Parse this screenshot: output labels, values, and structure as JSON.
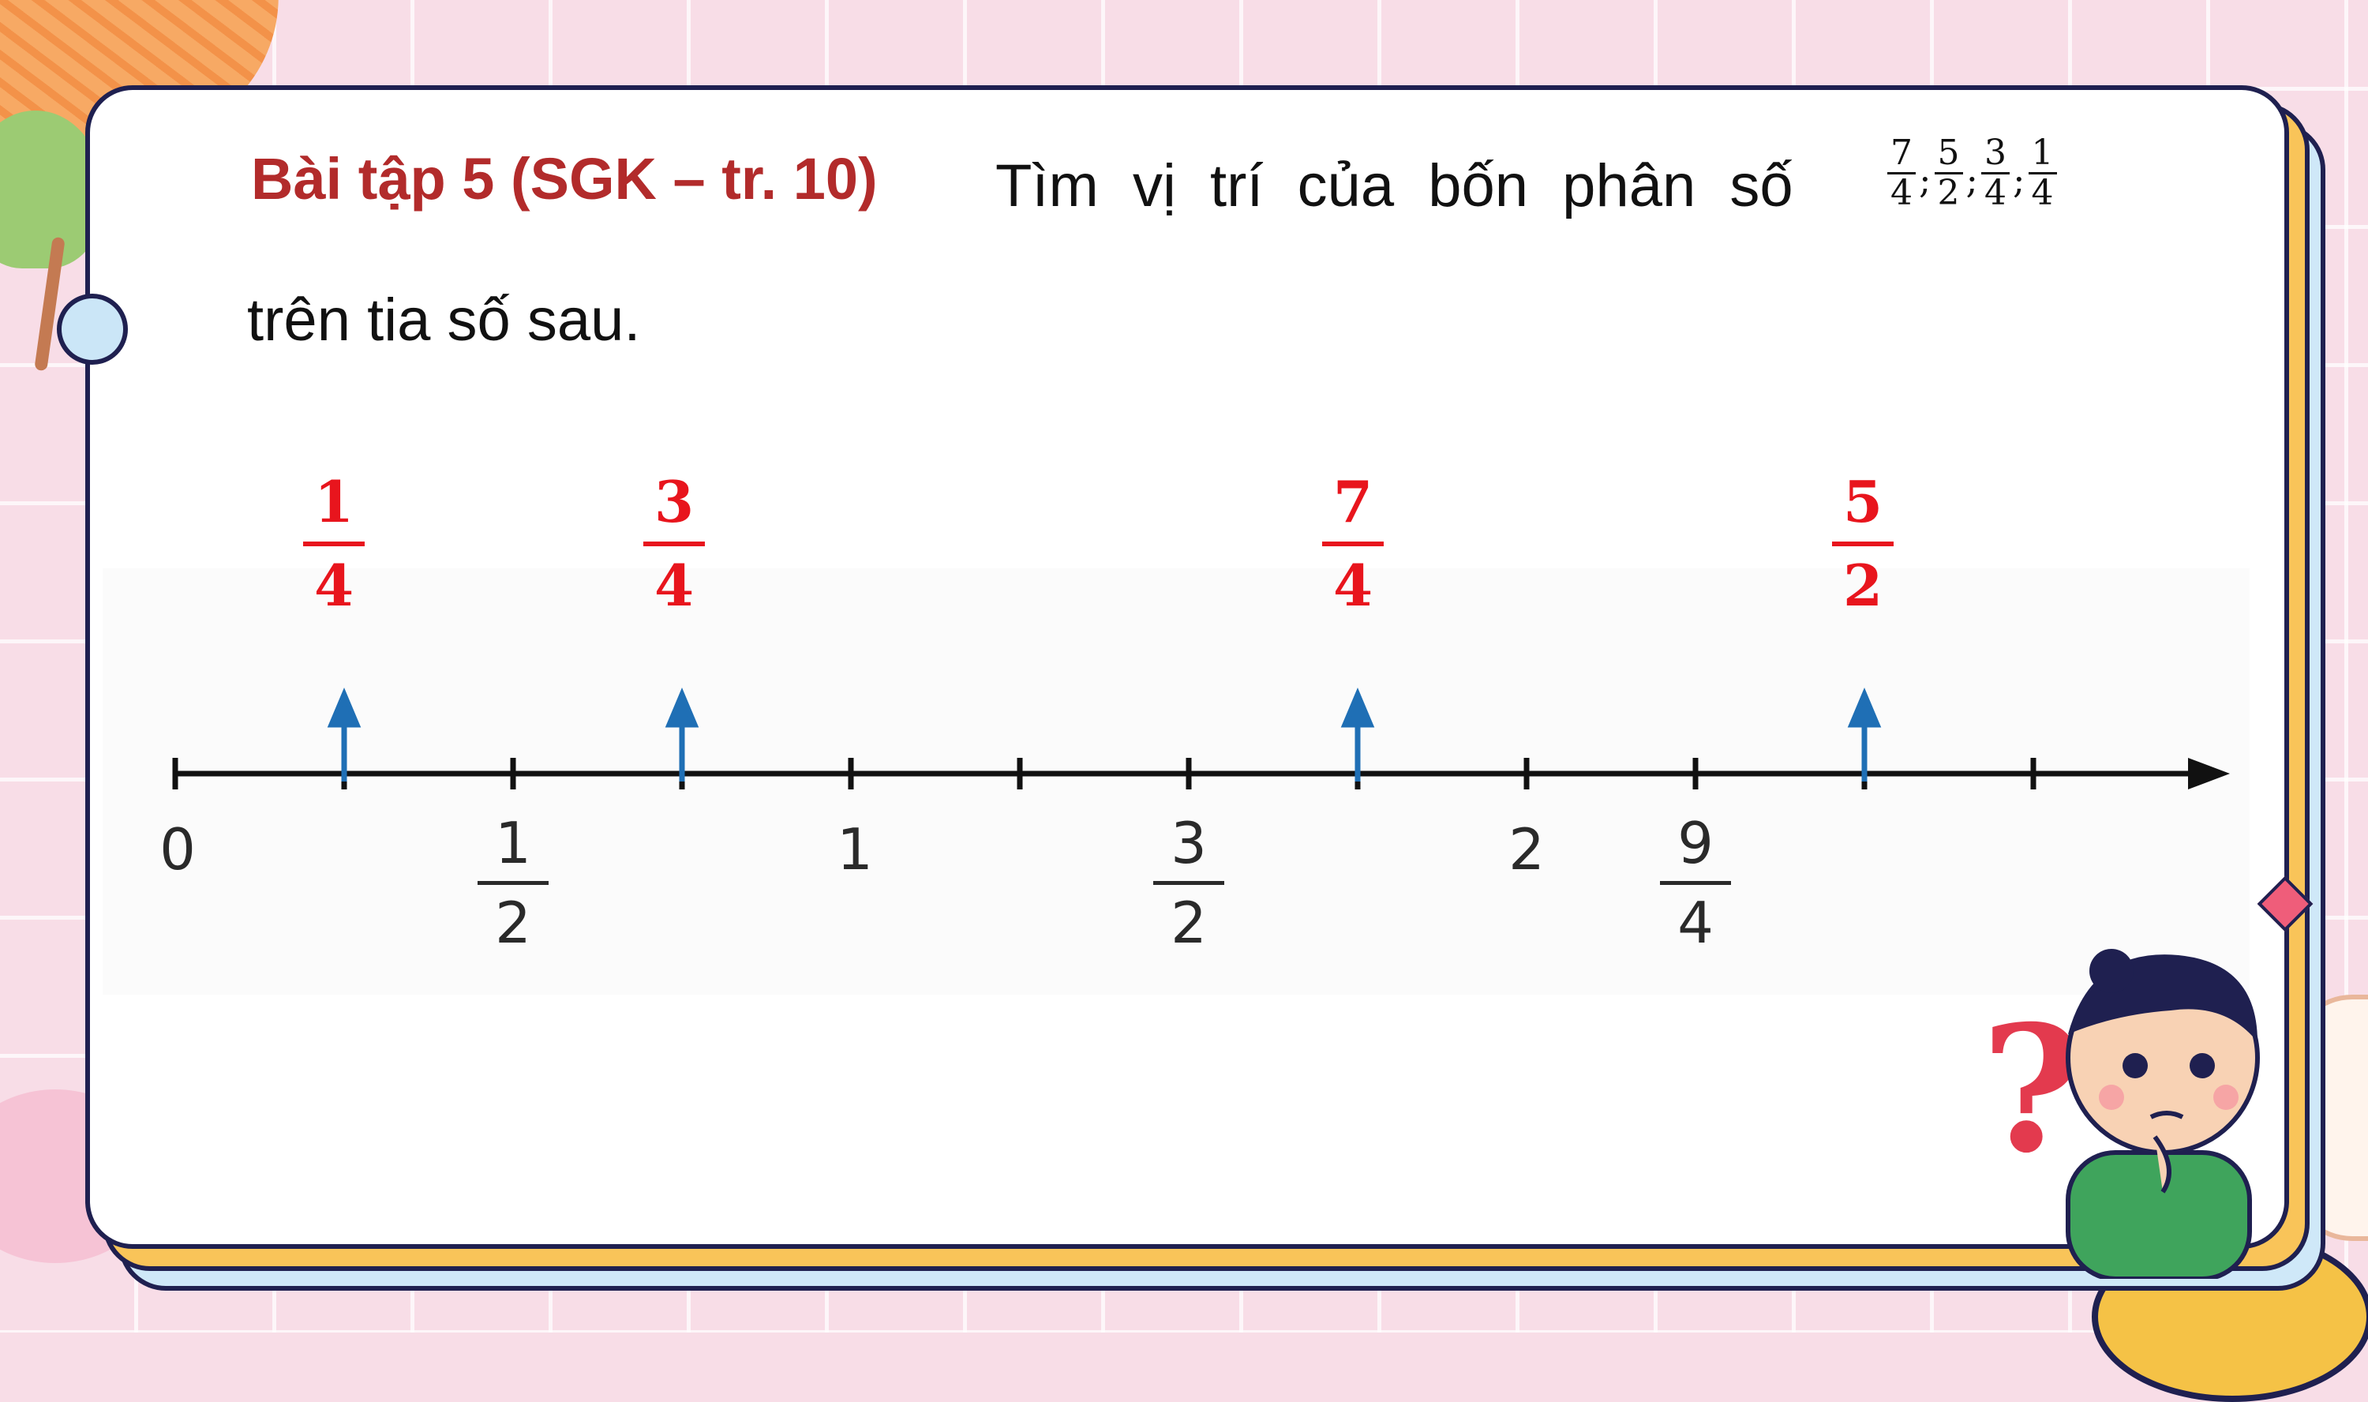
{
  "exercise": {
    "label": "Bài tập 5 (SGK – tr. 10)",
    "prompt_part1": "Tìm vị trí của bốn phân số",
    "prompt_part2": "trên tia số sau.",
    "inline_fractions": [
      {
        "num": "7",
        "den": "4"
      },
      {
        "num": "5",
        "den": "2"
      },
      {
        "num": "3",
        "den": "4"
      },
      {
        "num": "1",
        "den": "4"
      }
    ],
    "separator": ";"
  },
  "number_line": {
    "zero_label": "0",
    "labels": [
      {
        "type": "int",
        "text": "0"
      },
      {
        "type": "frac",
        "num": "1",
        "den": "2"
      },
      {
        "type": "int",
        "text": "1"
      },
      {
        "type": "frac",
        "num": "3",
        "den": "2"
      },
      {
        "type": "int",
        "text": "2"
      },
      {
        "type": "frac",
        "num": "9",
        "den": "4"
      }
    ]
  },
  "answers": [
    {
      "num": "1",
      "den": "4"
    },
    {
      "num": "3",
      "den": "4"
    },
    {
      "num": "7",
      "den": "4"
    },
    {
      "num": "5",
      "den": "2"
    }
  ],
  "colors": {
    "answer_red": "#e8151d",
    "arrow_blue": "#1f6fb5",
    "label_red": "#b22b2b"
  }
}
